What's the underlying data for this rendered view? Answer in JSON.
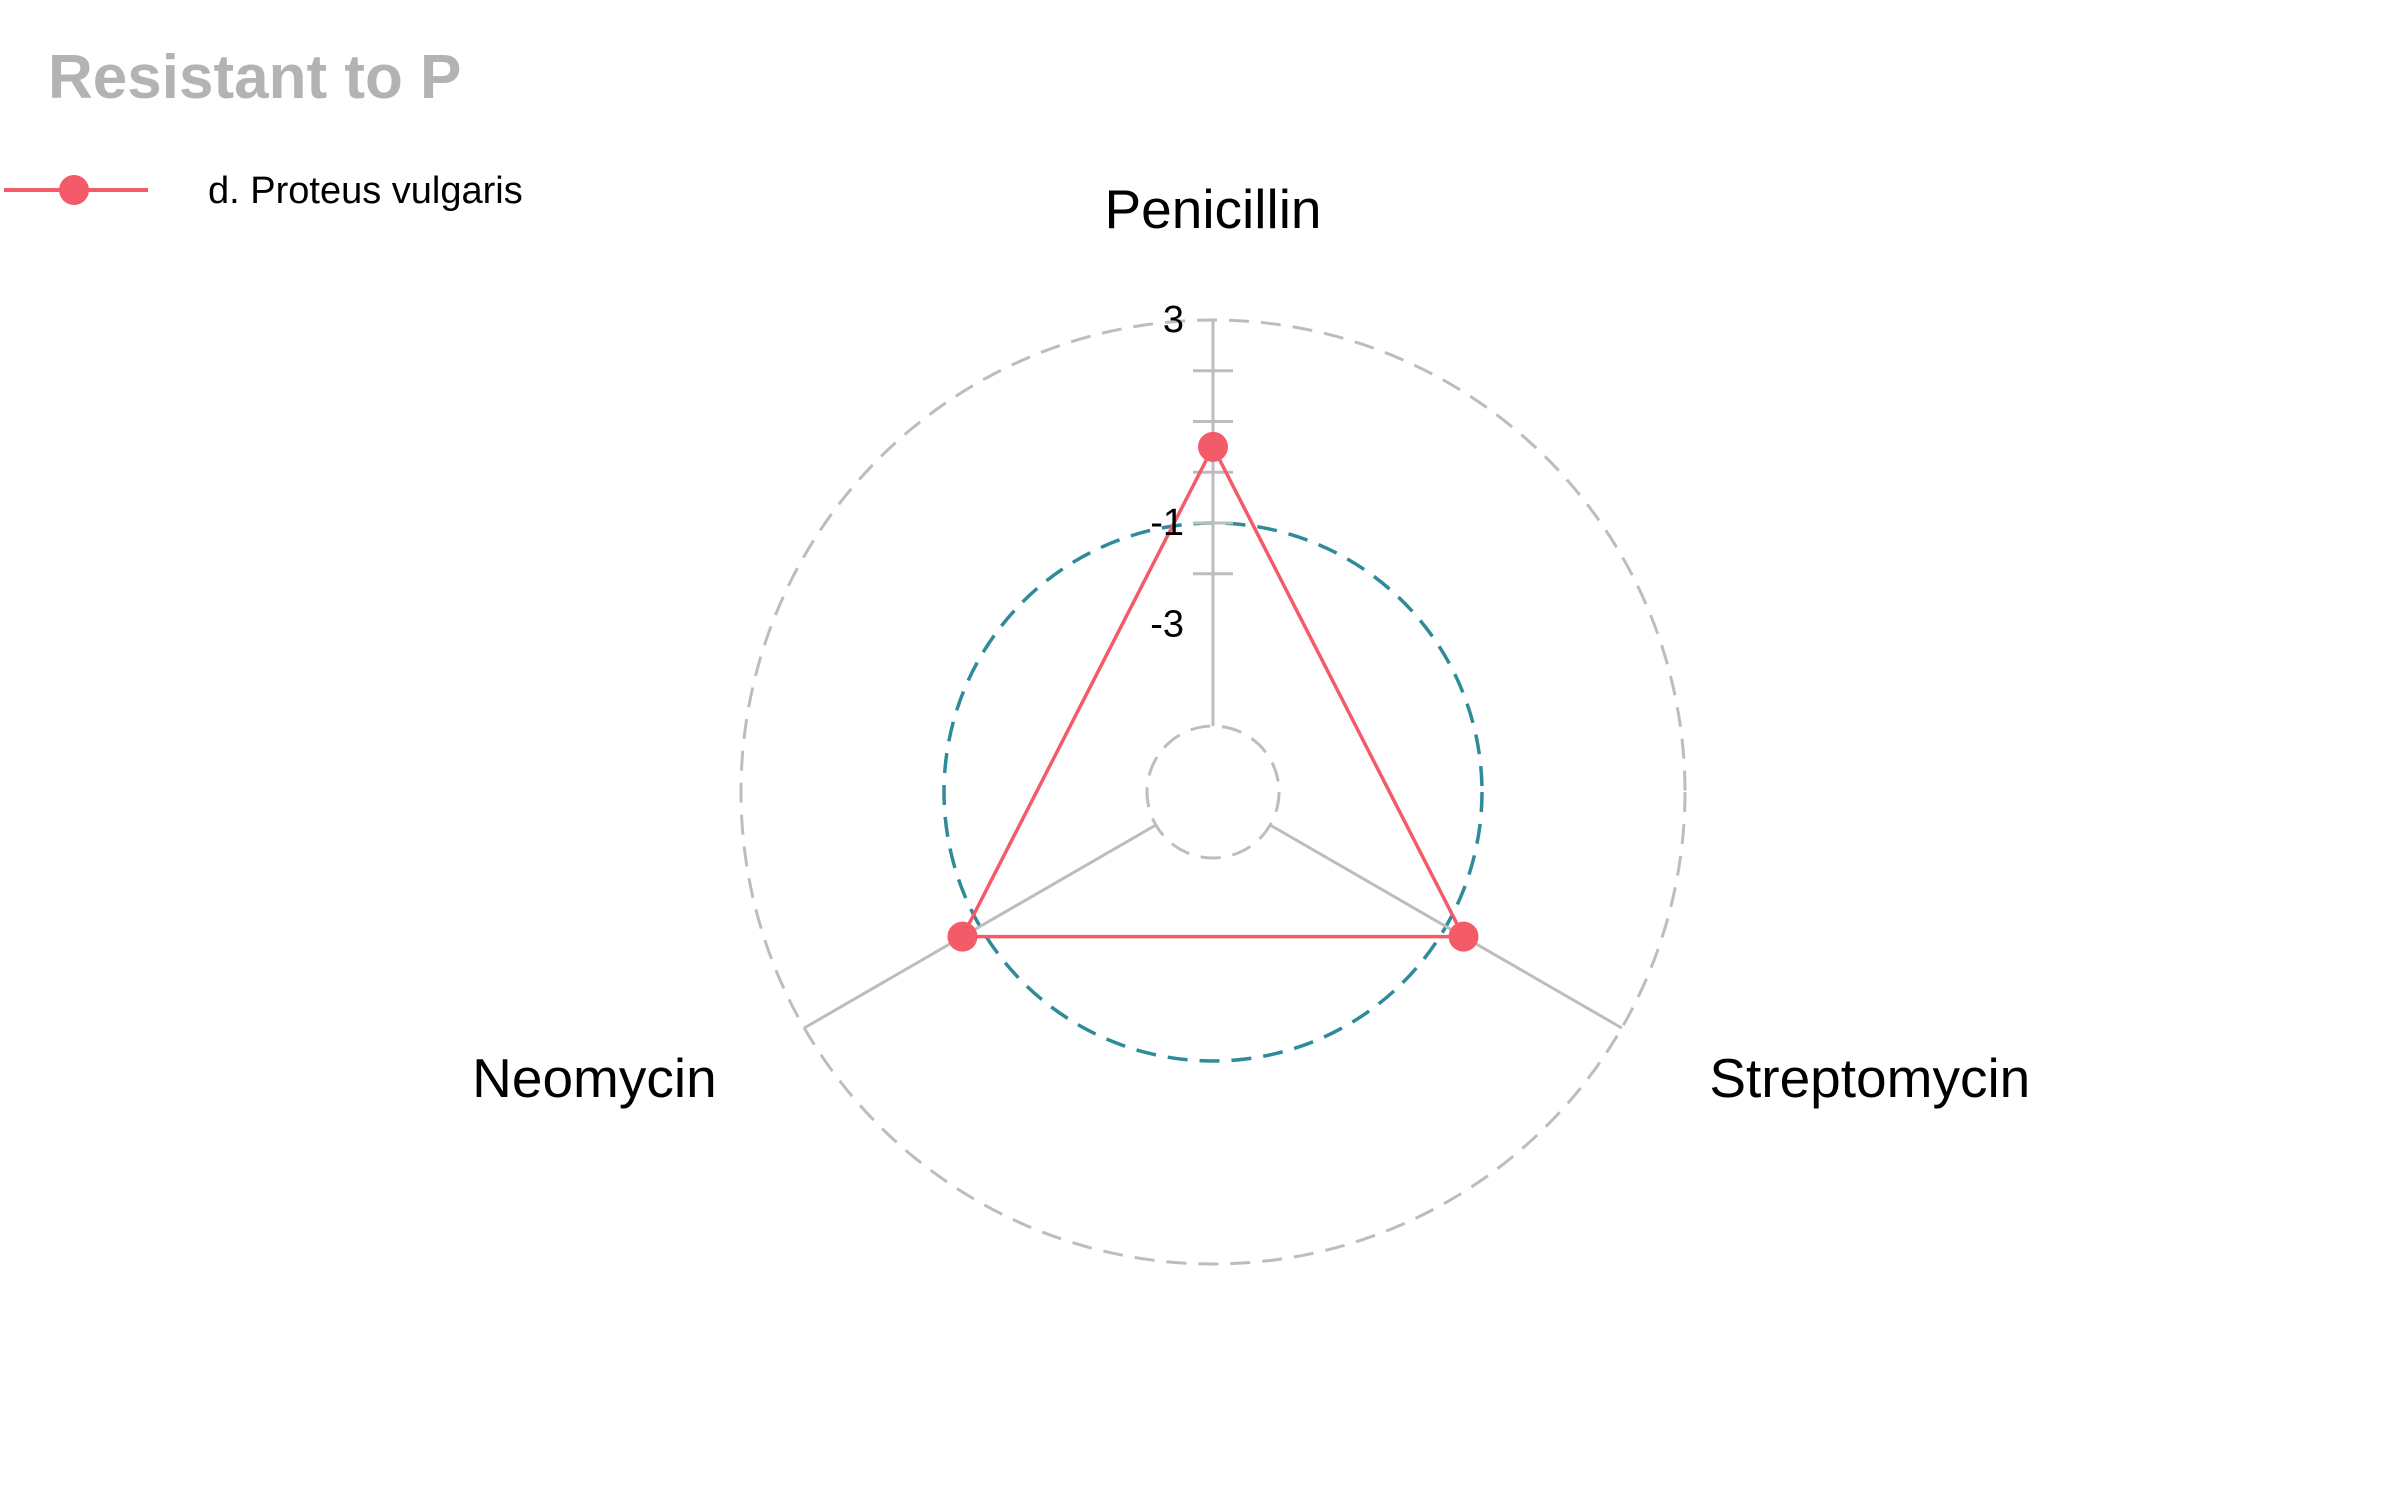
{
  "chart_data": {
    "type": "radar",
    "title": "Resistant to P",
    "axes": [
      "Penicillin",
      "Streptomycin",
      "Neomycin"
    ],
    "series": [
      {
        "name": "d. Proteus vulgaris",
        "values": [
          0.5,
          -0.6,
          -0.6
        ]
      }
    ],
    "rlim": [
      -5,
      3
    ],
    "tick_labels": [
      {
        "value": 3,
        "label": "3"
      },
      {
        "value": -1,
        "label": "-1"
      },
      {
        "value": -3,
        "label": "-3"
      }
    ],
    "minor_ticks": [
      2,
      1,
      0,
      -1,
      -2
    ],
    "reference_rings": [
      {
        "value": -1,
        "color": "#2e8b99"
      }
    ],
    "legend_position": "top-left",
    "colors": {
      "series": "#f45b69",
      "grid": "#bdbdbd",
      "reference": "#2e8b99",
      "title": "#b3b3b3"
    }
  }
}
